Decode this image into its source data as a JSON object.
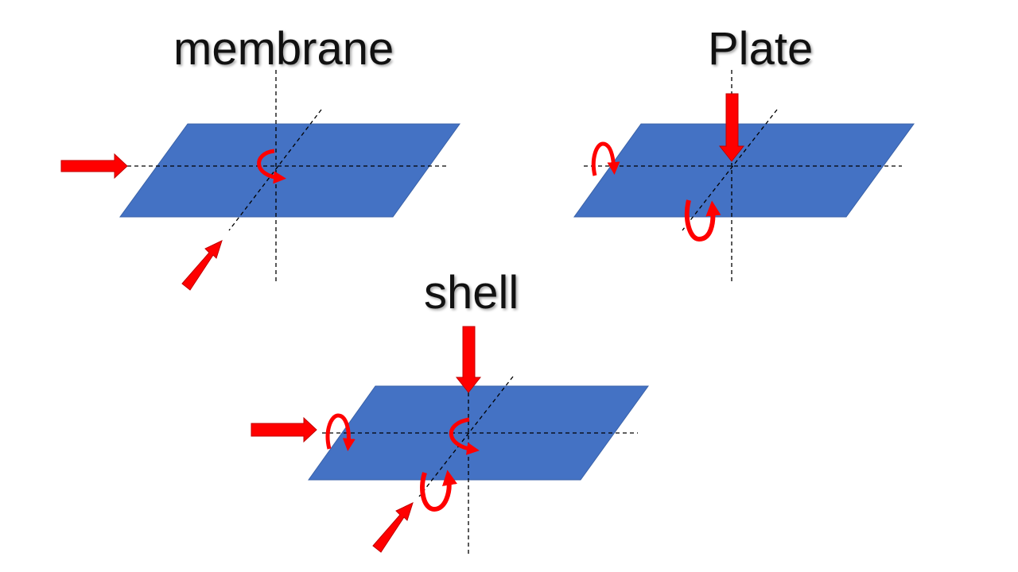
{
  "titles": {
    "membrane": "membrane",
    "plate": "Plate",
    "shell": "shell"
  },
  "colors": {
    "plate_fill": "#4472C4",
    "plate_stroke": "#3A62A8",
    "arrow_fill": "#FF0000",
    "arrow_stroke": "#C00000",
    "axis_line": "#000000"
  },
  "icons": {
    "force_arrow": "straight-red-arrow",
    "moment_arrow": "curved-red-arrow"
  }
}
